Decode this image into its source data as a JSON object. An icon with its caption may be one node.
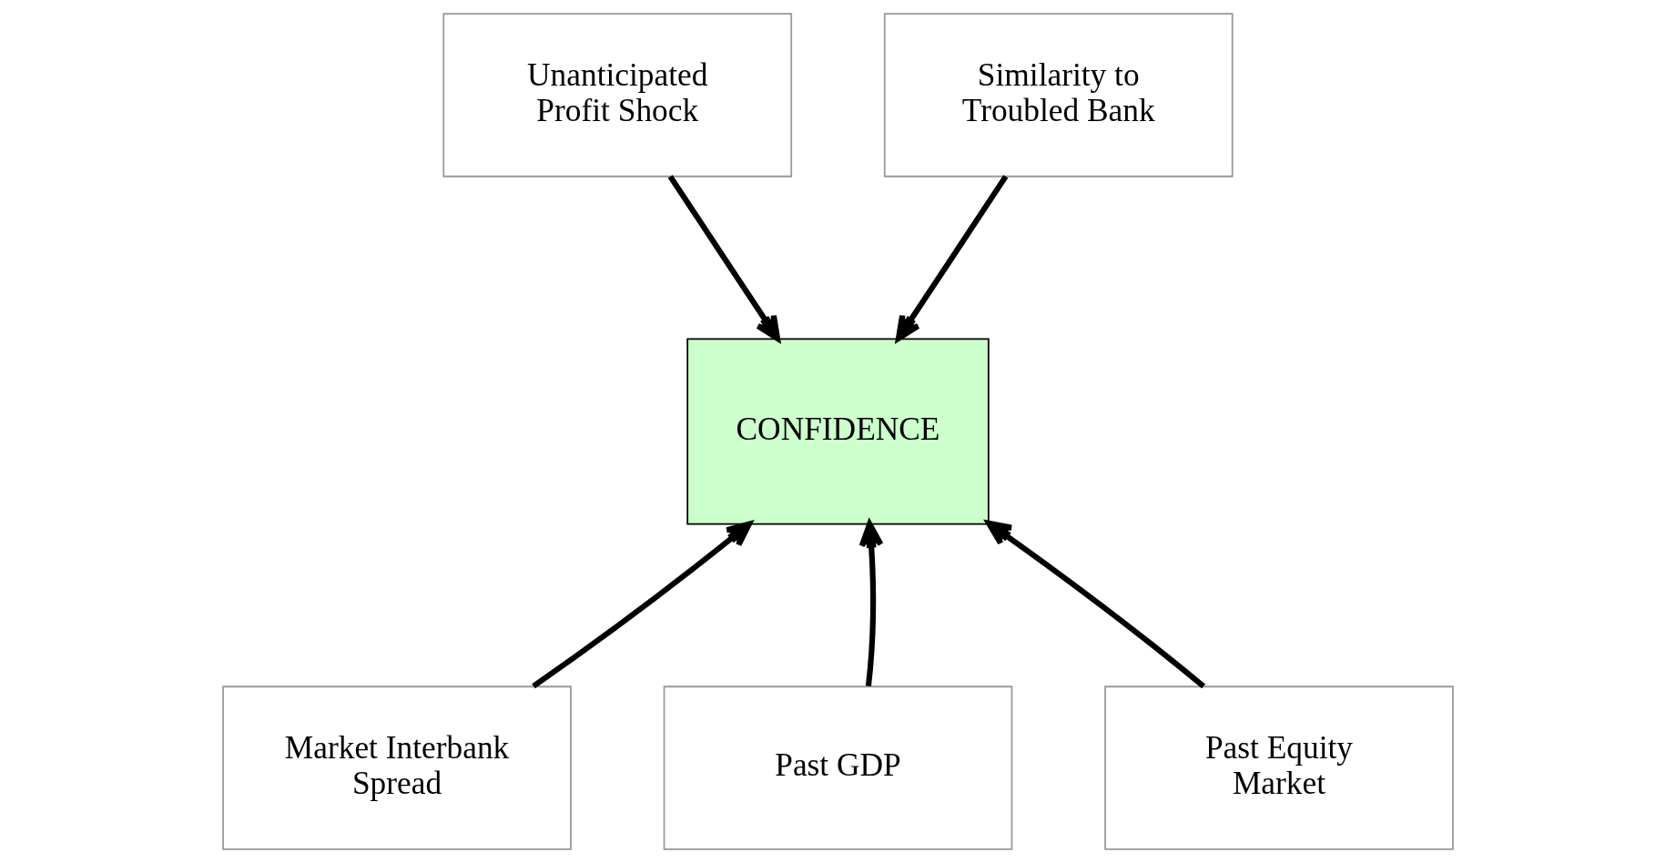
{
  "diagram": {
    "nodes": [
      {
        "text": [
          "Unanticipated Profit Shock"
        ]
      },
      {
        "text": [
          "Similarity to Troubled Bank"
        ]
      },
      {
        "text": [
          "CONFIDENCE"
        ]
      },
      {
        "text": [
          "Market Interbank Spread"
        ]
      },
      {
        "text": [
          "Past GDP"
        ]
      },
      {
        "text": [
          "Past Equity Market"
        ]
      }
    ],
    "edges": [
      {
        "from": 0,
        "to": 2,
        "arrow": "to"
      },
      {
        "from": 1,
        "to": 2,
        "arrow": "to"
      },
      {
        "from": 3,
        "to": 2,
        "arrow": "to"
      },
      {
        "from": 4,
        "to": 2,
        "arrow": "to"
      },
      {
        "from": 5,
        "to": 2,
        "arrow": "to"
      }
    ]
  }
}
